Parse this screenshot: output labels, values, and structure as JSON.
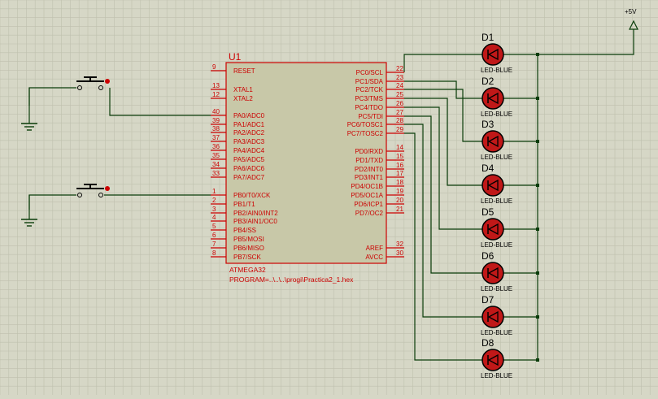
{
  "colors": {
    "background": "#d6d7c6",
    "grid": "#bfc0ae",
    "part_red": "#cc0000",
    "chip_fill": "#c8c8a8",
    "wire": "#0a3d0a",
    "led_fill": "#c01818",
    "text_dark": "#000000"
  },
  "power": {
    "label": "+5V"
  },
  "mcu": {
    "ref": "U1",
    "part": "ATMEGA32",
    "program": "PROGRAM=..\\..\\..\\progi\\Practica2_1.hex",
    "left_pins": [
      {
        "num": "9",
        "name": "RESET"
      },
      {
        "num": "13",
        "name": "XTAL1"
      },
      {
        "num": "12",
        "name": "XTAL2"
      },
      {
        "num": "40",
        "name": "PA0/ADC0"
      },
      {
        "num": "39",
        "name": "PA1/ADC1"
      },
      {
        "num": "38",
        "name": "PA2/ADC2"
      },
      {
        "num": "37",
        "name": "PA3/ADC3"
      },
      {
        "num": "36",
        "name": "PA4/ADC4"
      },
      {
        "num": "35",
        "name": "PA5/ADC5"
      },
      {
        "num": "34",
        "name": "PA6/ADC6"
      },
      {
        "num": "33",
        "name": "PA7/ADC7"
      },
      {
        "num": "1",
        "name": "PB0/T0/XCK"
      },
      {
        "num": "2",
        "name": "PB1/T1"
      },
      {
        "num": "3",
        "name": "PB2/AIN0/INT2"
      },
      {
        "num": "4",
        "name": "PB3/AIN1/OC0"
      },
      {
        "num": "5",
        "name": "PB4/SS"
      },
      {
        "num": "6",
        "name": "PB5/MOSI"
      },
      {
        "num": "7",
        "name": "PB6/MISO"
      },
      {
        "num": "8",
        "name": "PB7/SCK"
      }
    ],
    "right_pins": [
      {
        "num": "22",
        "name": "PC0/SCL"
      },
      {
        "num": "23",
        "name": "PC1/SDA"
      },
      {
        "num": "24",
        "name": "PC2/TCK"
      },
      {
        "num": "25",
        "name": "PC3/TMS"
      },
      {
        "num": "26",
        "name": "PC4/TDO"
      },
      {
        "num": "27",
        "name": "PC5/TDI"
      },
      {
        "num": "28",
        "name": "PC6/TOSC1"
      },
      {
        "num": "29",
        "name": "PC7/TOSC2"
      },
      {
        "num": "14",
        "name": "PD0/RXD"
      },
      {
        "num": "15",
        "name": "PD1/TXD"
      },
      {
        "num": "16",
        "name": "PD2/INT0"
      },
      {
        "num": "17",
        "name": "PD3/INT1"
      },
      {
        "num": "18",
        "name": "PD4/OC1B"
      },
      {
        "num": "19",
        "name": "PD5/OC1A"
      },
      {
        "num": "20",
        "name": "PD6/ICP1"
      },
      {
        "num": "21",
        "name": "PD7/OC2"
      },
      {
        "num": "32",
        "name": "AREF"
      },
      {
        "num": "30",
        "name": "AVCC"
      }
    ]
  },
  "leds": [
    {
      "ref": "D1",
      "type": "LED-BLUE"
    },
    {
      "ref": "D2",
      "type": "LED-BLUE"
    },
    {
      "ref": "D3",
      "type": "LED-BLUE"
    },
    {
      "ref": "D4",
      "type": "LED-BLUE"
    },
    {
      "ref": "D5",
      "type": "LED-BLUE"
    },
    {
      "ref": "D6",
      "type": "LED-BLUE"
    },
    {
      "ref": "D7",
      "type": "LED-BLUE"
    },
    {
      "ref": "D8",
      "type": "LED-BLUE"
    }
  ],
  "buttons": [
    {
      "connects_to": "PA0/ADC0"
    },
    {
      "connects_to": "PB0/T0/XCK"
    }
  ]
}
